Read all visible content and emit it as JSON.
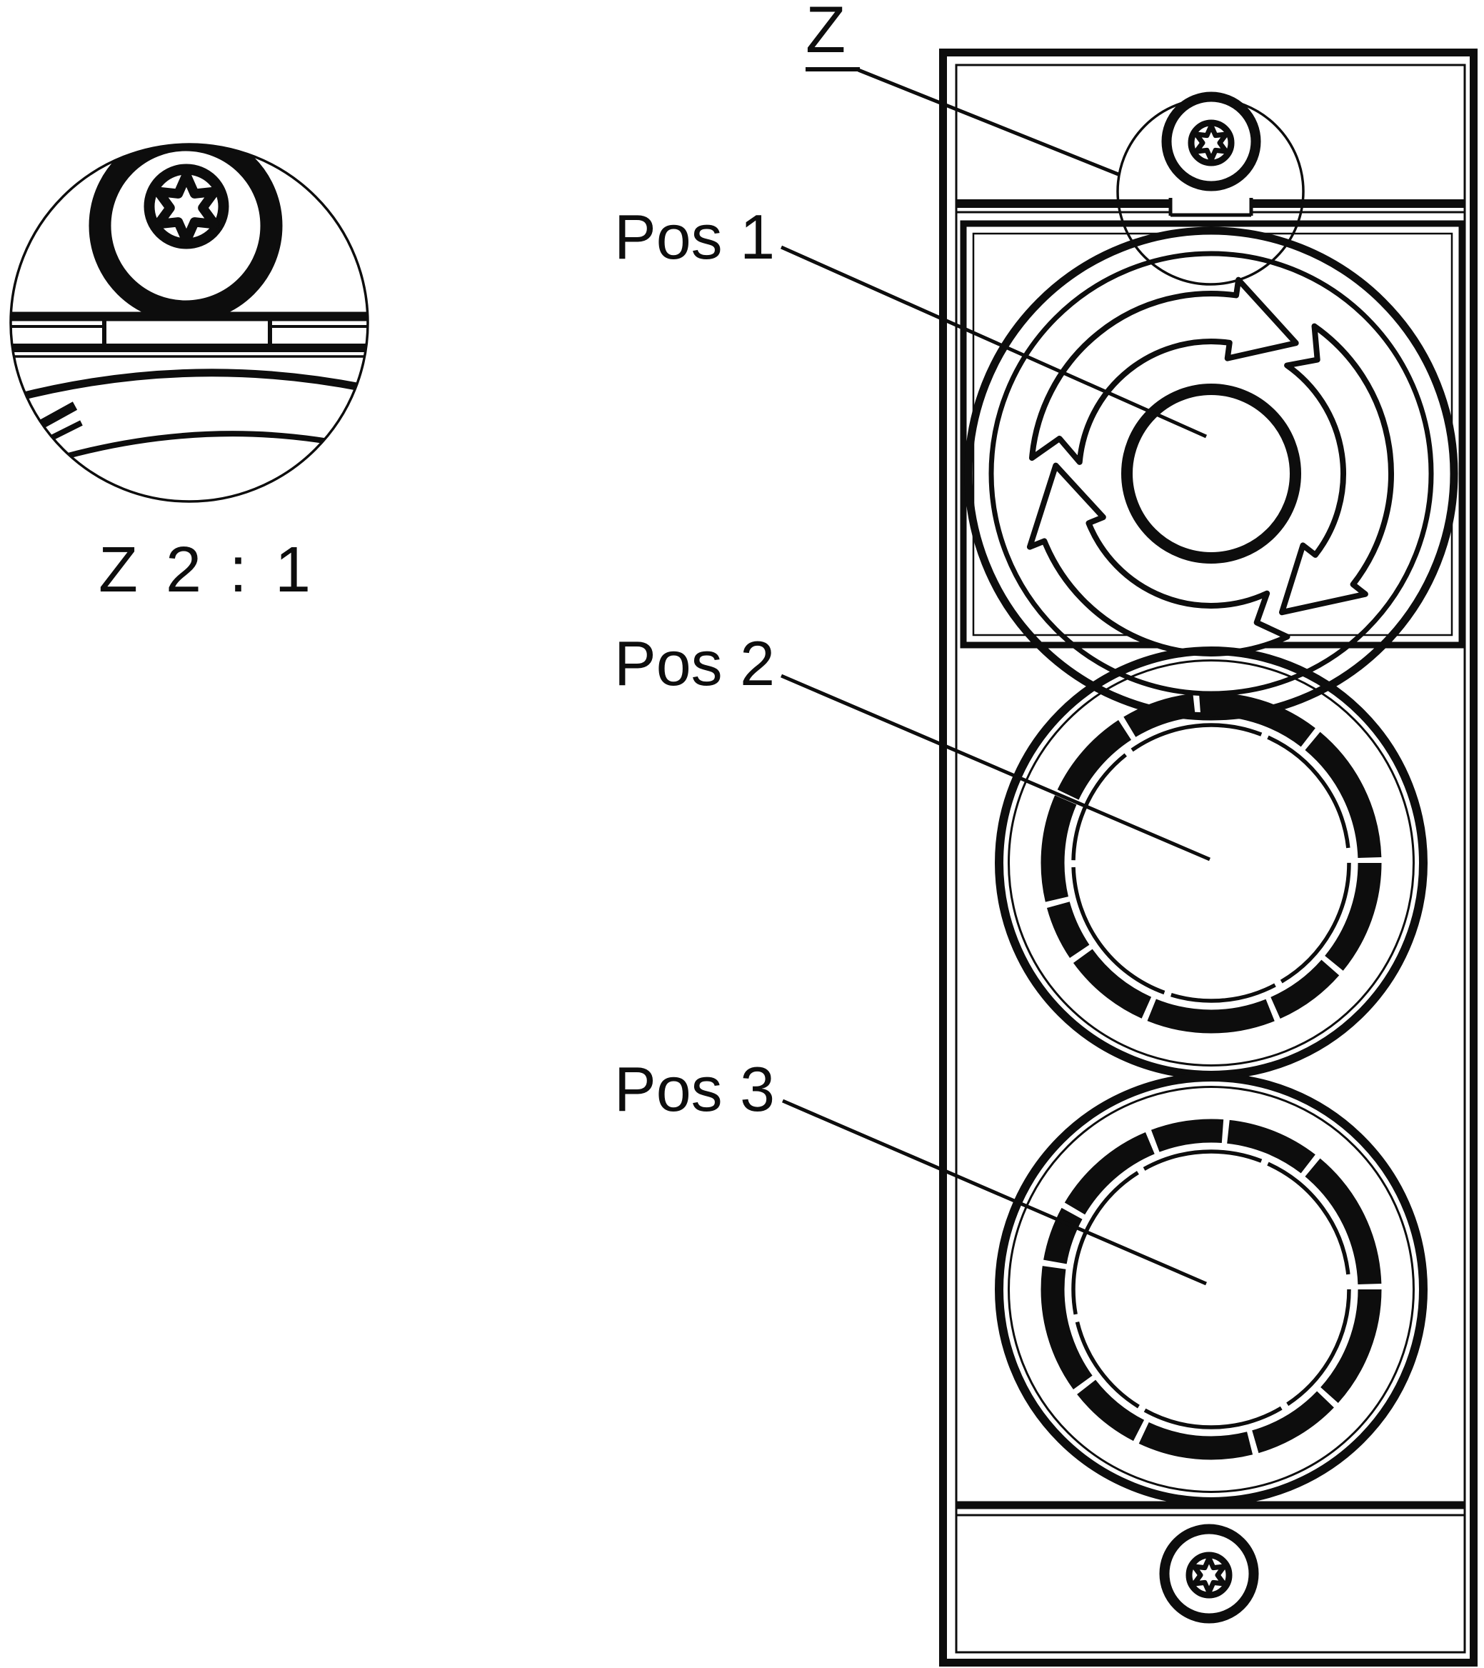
{
  "page": {
    "type": "technical-drawing",
    "background_color": "#ffffff",
    "ink_color": "#0d0d0d"
  },
  "detail_view": {
    "scale_label": "Z 2 : 1",
    "content": "magnified-torx-screw-and-panel-joint"
  },
  "detail_reference": {
    "label": "Z"
  },
  "position_labels": {
    "pos1": "Pos 1",
    "pos2": "Pos 2",
    "pos3": "Pos 3"
  },
  "icons": {
    "torx_screw": "torx-screw-icon",
    "emergency_stop": "emergency-stop-button",
    "rotation_arrows": "clockwise-rotation-arrows",
    "round_ports": "round-collar-opening"
  }
}
